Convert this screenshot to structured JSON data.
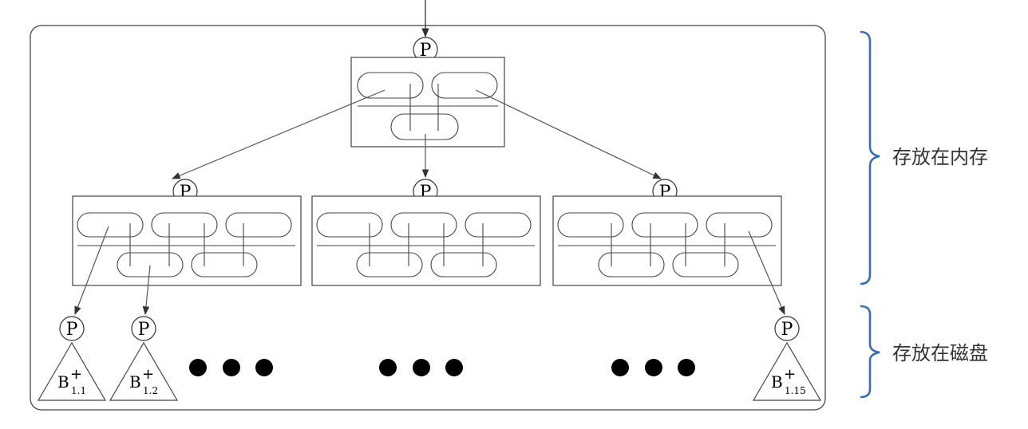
{
  "pointer_label": "P",
  "root_node": {
    "pointer": "P"
  },
  "inner_nodes": [
    {
      "pointer": "P"
    },
    {
      "pointer": "P"
    },
    {
      "pointer": "P"
    }
  ],
  "leaf_subtrees": [
    {
      "pointer": "P",
      "base": "B",
      "sup": "+",
      "sub": "1.1"
    },
    {
      "pointer": "P",
      "base": "B",
      "sup": "+",
      "sub": "1.2"
    },
    {
      "pointer": "P",
      "base": "B",
      "sup": "+",
      "sub": "1.15"
    }
  ],
  "labels": {
    "memory": "存放在内存",
    "disk": "存放在磁盘"
  },
  "colors": {
    "bracket": "#3b6db5",
    "line": "#555555",
    "label": "#333333"
  }
}
